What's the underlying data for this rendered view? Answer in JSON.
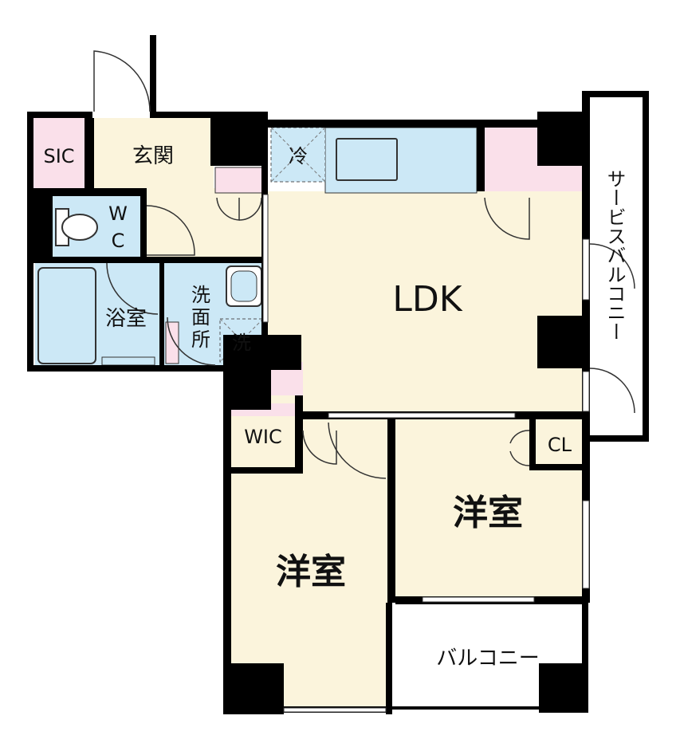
{
  "floorplan": {
    "rooms": {
      "sic": "SIC",
      "genkan": "玄関",
      "wc_w": "W",
      "wc_c": "C",
      "bath": "浴室",
      "washroom_1": "洗",
      "washroom_2": "面",
      "washroom_3": "所",
      "washer": "洗",
      "fridge": "冷",
      "ldk": "LDK",
      "service_balcony": "サービスバルコニー",
      "wic": "WIC",
      "cl": "CL",
      "western_room_1": "洋室",
      "western_room_2": "洋室",
      "balcony": "バルコニー"
    },
    "colors": {
      "floor": "#fbf4dc",
      "wet": "#cce8f6",
      "storage": "#fae0ea",
      "wall": "#000000",
      "outdoor": "#ffffff"
    }
  }
}
